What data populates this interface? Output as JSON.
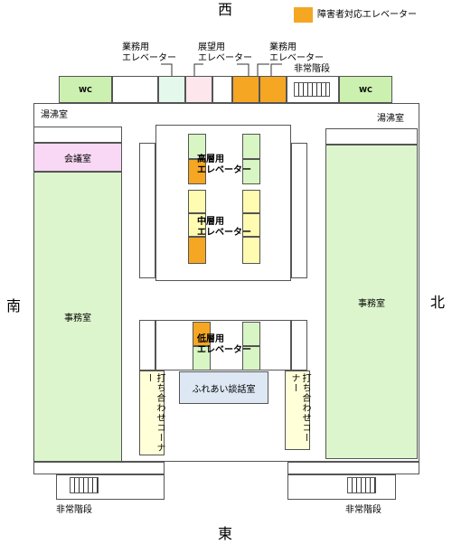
{
  "directions": {
    "west": "西",
    "east": "東",
    "south": "南",
    "north": "北"
  },
  "legend": {
    "label": "障害者対応エレベーター",
    "color": "#f5a623"
  },
  "top_labels": {
    "business_elevator_left": [
      "業務用",
      "エレベーター"
    ],
    "observation_elevator": [
      "展望用",
      "エレベーター"
    ],
    "business_elevator_right": [
      "業務用",
      "エレベーター"
    ],
    "emergency_stairs_top": "非常階段"
  },
  "rooms": {
    "wc": "WC",
    "kitchenette": "湯沸室",
    "meeting_room": "会議室",
    "office": "事務室",
    "lounge": "ふれあい談話室",
    "meeting_corner": "打ち合わせコーナー"
  },
  "elevators": {
    "high": [
      "高層用",
      "エレベーター"
    ],
    "mid": [
      "中層用",
      "エレベーター"
    ],
    "low": [
      "低層用",
      "エレベーター"
    ]
  },
  "bottom_labels": {
    "emergency_stairs_left": "非常階段",
    "emergency_stairs_right": "非常階段"
  }
}
